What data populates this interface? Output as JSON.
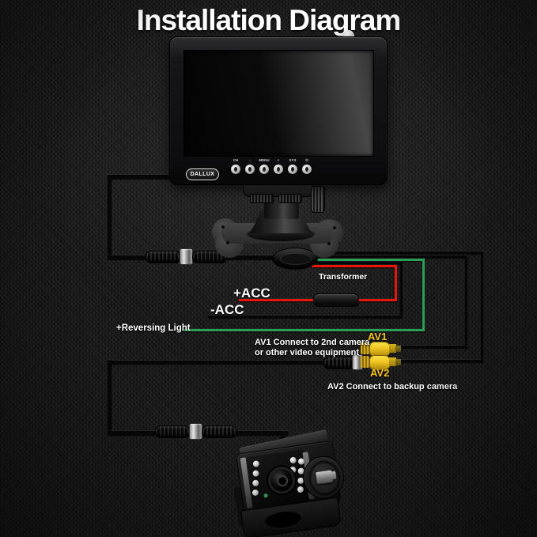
{
  "title": "Installation Diagram",
  "monitor": {
    "brand": "DALLUX",
    "buttons": [
      "CH",
      "-",
      "MENU",
      "+",
      "SYS",
      "⏻"
    ]
  },
  "wiring": {
    "transformer_label": "Transformer",
    "acc_positive": "+ACC",
    "acc_negative": "-ACC",
    "reversing_light": "+Reversing Light",
    "av1_label": "AV1",
    "av2_label": "AV2",
    "av1_note": [
      "AV1 Connect to 2nd camera",
      "or other video equipment"
    ],
    "av2_note": "AV2 Connect to backup camera"
  },
  "colors": {
    "acc_positive_wire": "#e8170c",
    "reversing_wire": "#2c9e58",
    "ground_wire": "#070707",
    "rca_yellow": "#edc621",
    "label_yellow": "#f2c318",
    "label_white": "#ffffff"
  }
}
